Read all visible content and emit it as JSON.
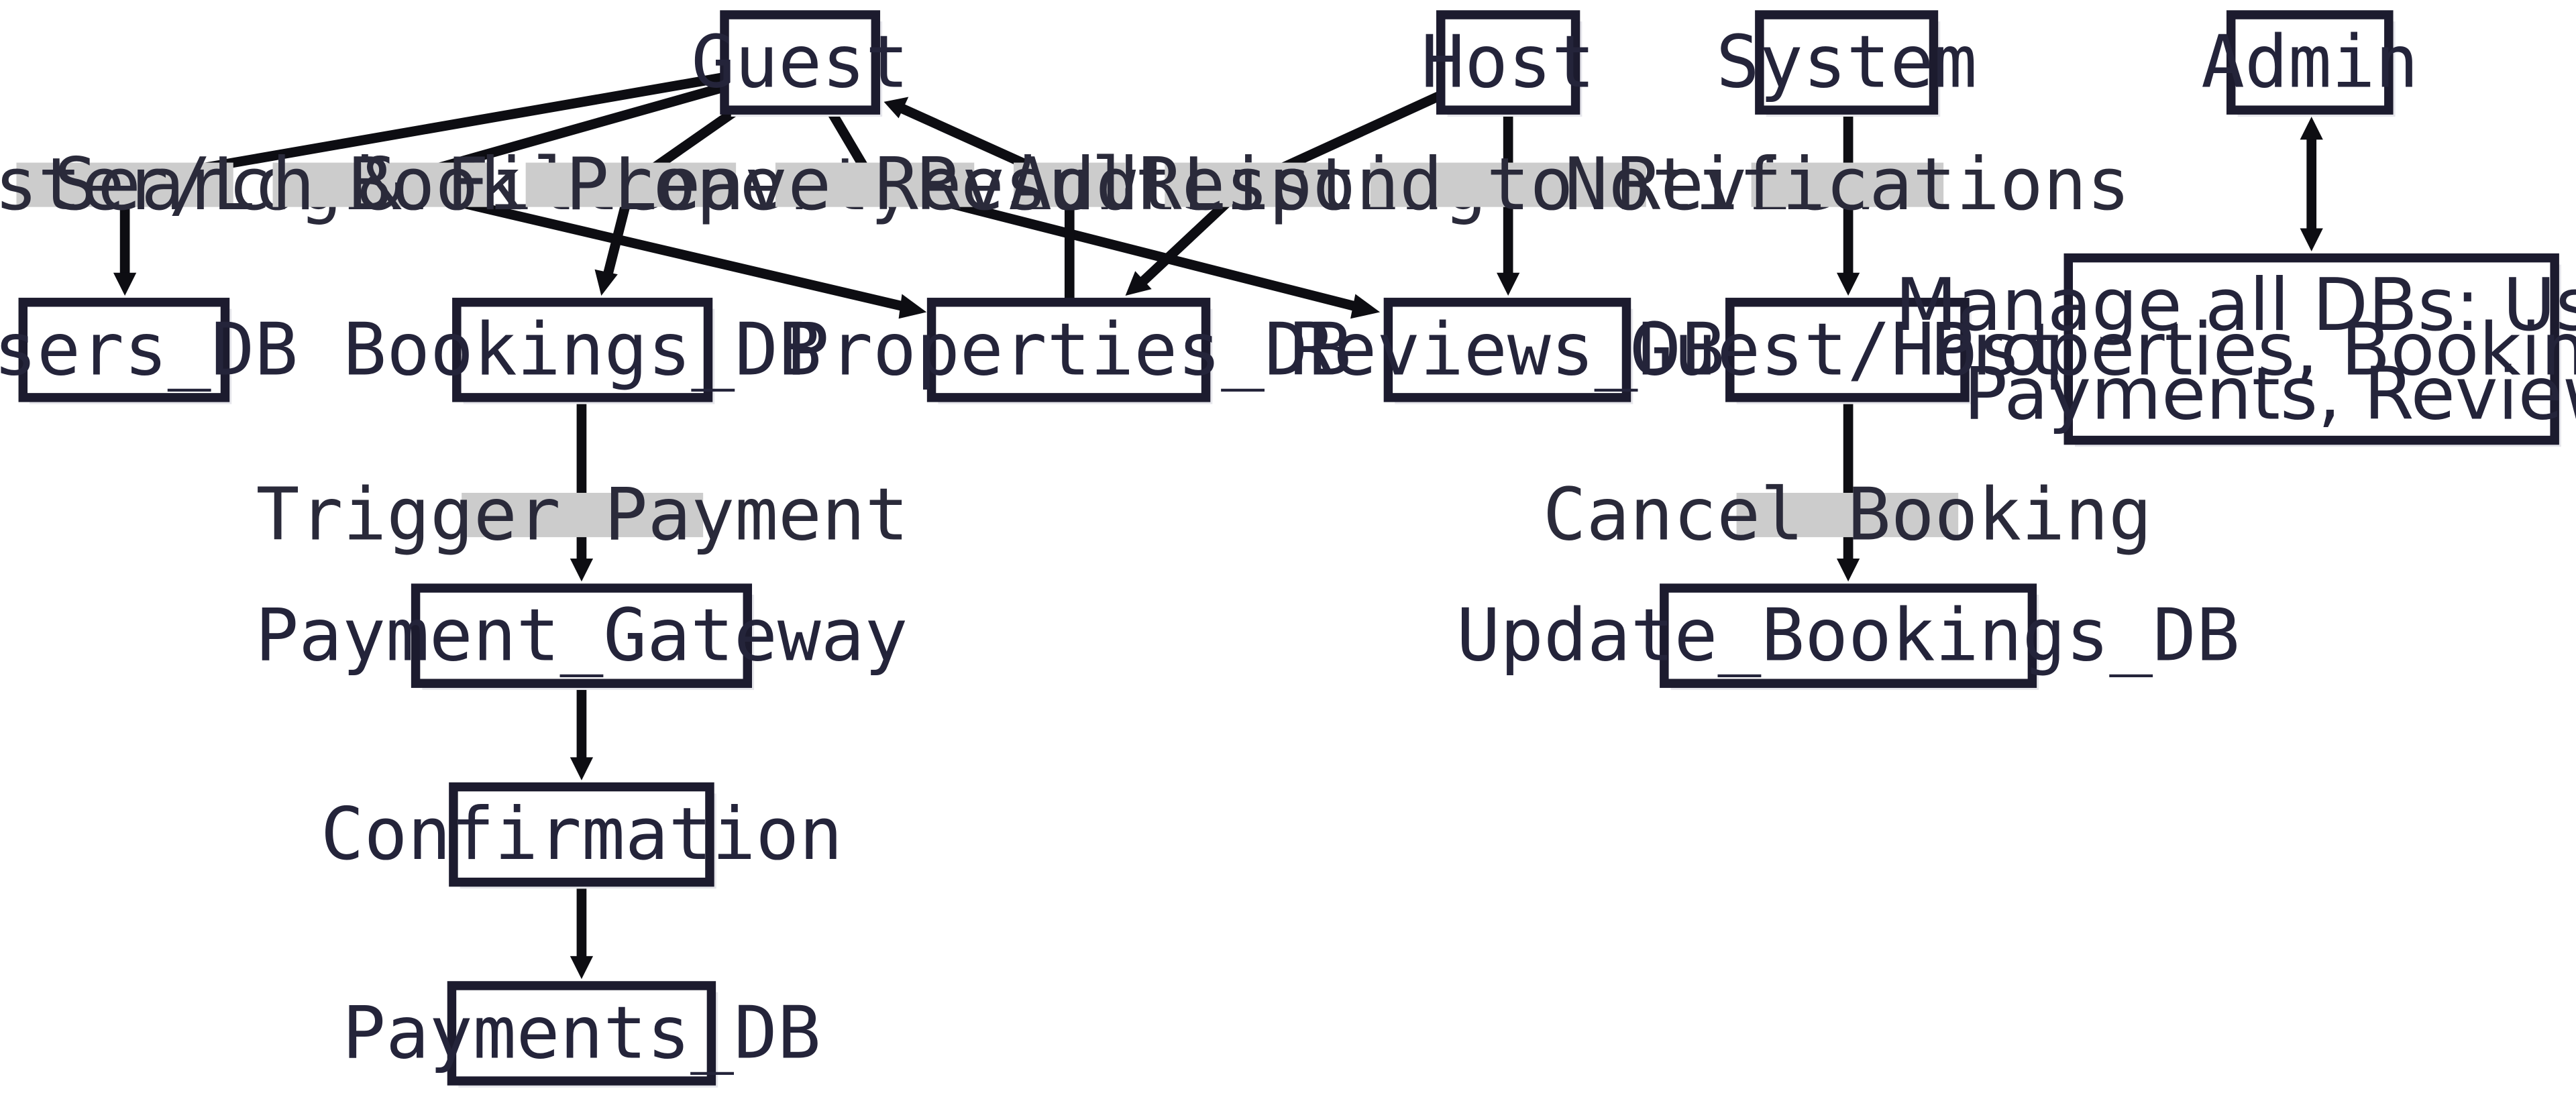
{
  "diagram": {
    "nodes": {
      "guest": "Guest",
      "host": "Host",
      "system": "System",
      "admin": "Admin",
      "users_db": "Users_DB",
      "bookings_db": "Bookings_DB",
      "properties_db": "Properties_DB",
      "reviews_db": "Reviews_DB",
      "guest_host": "Guest/Host",
      "manage_all": [
        "Manage all DBs: Users,",
        "Properties, Bookings,",
        "Payments, Reviews"
      ],
      "payment_gateway": "Payment_Gateway",
      "confirmation": "Confirmation",
      "payments_db": "Payments_DB",
      "update_bookings_db": "Update_Bookings_DB"
    },
    "edge_labels": {
      "register_login": "Register/Login",
      "search_filter": "Search & Filter",
      "book_property": "Book Property",
      "leave_review": "Leave Review",
      "results": "Results",
      "add_listing": "Add Listing",
      "respond_review": "Respond to Review",
      "notifications": "Notifications",
      "trigger_payment": "Trigger Payment",
      "cancel_booking": "Cancel Booking"
    },
    "colors": {
      "node_border": "#1c1b2e",
      "edge": "#0d0d12",
      "label_background": "#cccccc",
      "text": "#24243a"
    }
  }
}
